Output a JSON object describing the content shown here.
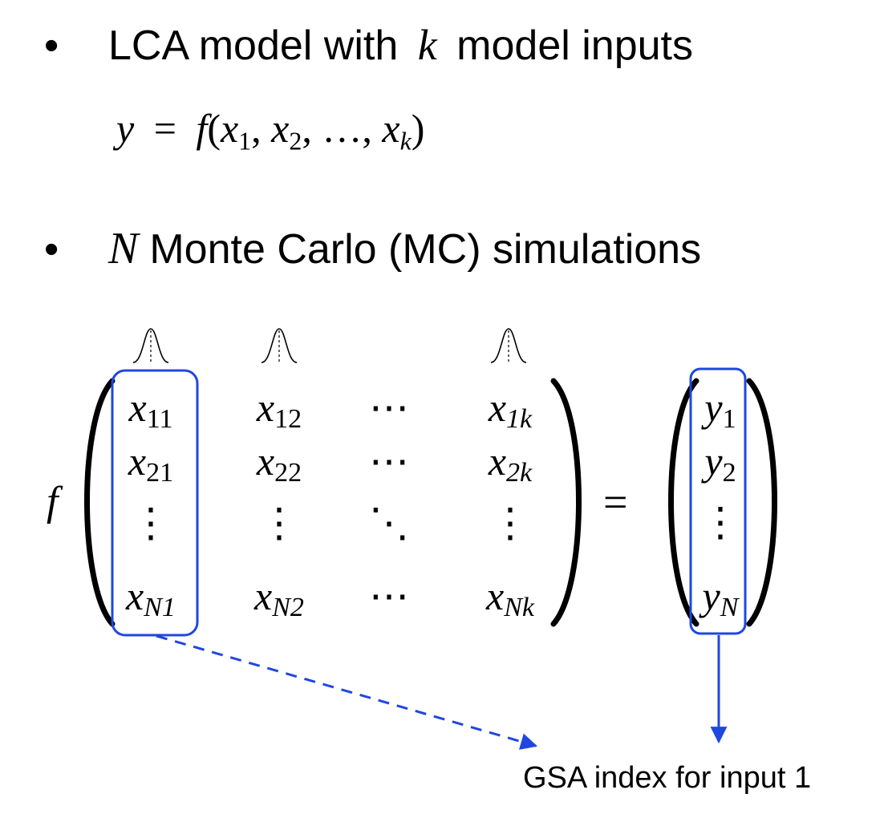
{
  "bullets": {
    "symbol": "•",
    "b1": {
      "lead": "LCA model with",
      "var": "k",
      "trail": "model inputs"
    },
    "b2": {
      "var": "N",
      "trail": "Monte Carlo (MC) simulations"
    }
  },
  "formula": {
    "lhs": "y",
    "eq": "=",
    "fn": "f",
    "open": "(",
    "x1": "x",
    "s1": "1",
    "x2": "x",
    "s2": "2",
    "dots": "…",
    "xk": "x",
    "sk": "k",
    "close": ")"
  },
  "matrix": {
    "fn": "f",
    "equals": "=",
    "rows": [
      {
        "cells": [
          {
            "v": "x",
            "s": "11"
          },
          {
            "v": "x",
            "s": "12"
          },
          {
            "v": "⋯",
            "s": ""
          },
          {
            "v": "x",
            "s": "1k"
          }
        ]
      },
      {
        "cells": [
          {
            "v": "x",
            "s": "21"
          },
          {
            "v": "x",
            "s": "22"
          },
          {
            "v": "⋯",
            "s": ""
          },
          {
            "v": "x",
            "s": "2k"
          }
        ]
      },
      {
        "cells": [
          {
            "v": "⋮",
            "s": ""
          },
          {
            "v": "⋮",
            "s": ""
          },
          {
            "v": "⋱",
            "s": ""
          },
          {
            "v": "⋮",
            "s": ""
          }
        ]
      },
      {
        "cells": [
          {
            "v": "x",
            "s": "N1"
          },
          {
            "v": "x",
            "s": "N2"
          },
          {
            "v": "⋯",
            "s": ""
          },
          {
            "v": "x",
            "s": "Nk"
          }
        ]
      }
    ],
    "output": [
      {
        "v": "y",
        "s": "1"
      },
      {
        "v": "y",
        "s": "2"
      },
      {
        "v": "⋮",
        "s": ""
      },
      {
        "v": "y",
        "s": "N"
      }
    ]
  },
  "caption": "GSA index for input 1",
  "colors": {
    "highlight": "#1f47e0",
    "text": "#000000"
  }
}
